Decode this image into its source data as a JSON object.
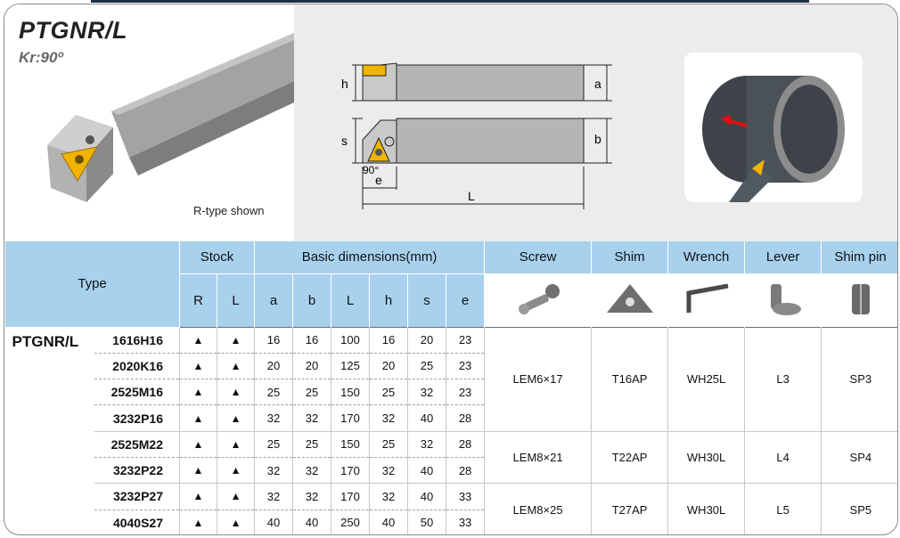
{
  "header": {
    "title": "PTGNR/L",
    "subtitle": "Kr:90º",
    "note": "R-type shown"
  },
  "diagram": {
    "labels": {
      "h": "h",
      "a": "a",
      "s": "s",
      "b": "b",
      "angle": "90°",
      "e": "e",
      "L": "L"
    }
  },
  "table": {
    "col_type": "Type",
    "col_stock": "Stock",
    "col_basic": "Basic dimensions(mm)",
    "col_screw": "Screw",
    "col_shim": "Shim",
    "col_wrench": "Wrench",
    "col_lever": "Lever",
    "col_shimpin": "Shim pin",
    "sub": [
      "R",
      "L",
      "a",
      "b",
      "L",
      "h",
      "s",
      "e"
    ],
    "series": "PTGNR/L",
    "rows": [
      {
        "model": "1616H16",
        "R": "▲",
        "L": "▲",
        "a": "16",
        "b": "16",
        "len": "100",
        "h": "16",
        "s": "20",
        "e": "23"
      },
      {
        "model": "2020K16",
        "R": "▲",
        "L": "▲",
        "a": "20",
        "b": "20",
        "len": "125",
        "h": "20",
        "s": "25",
        "e": "23"
      },
      {
        "model": "2525M16",
        "R": "▲",
        "L": "▲",
        "a": "25",
        "b": "25",
        "len": "150",
        "h": "25",
        "s": "32",
        "e": "23"
      },
      {
        "model": "3232P16",
        "R": "▲",
        "L": "▲",
        "a": "32",
        "b": "32",
        "len": "170",
        "h": "32",
        "s": "40",
        "e": "28"
      },
      {
        "model": "2525M22",
        "R": "▲",
        "L": "▲",
        "a": "25",
        "b": "25",
        "len": "150",
        "h": "25",
        "s": "32",
        "e": "28"
      },
      {
        "model": "3232P22",
        "R": "▲",
        "L": "▲",
        "a": "32",
        "b": "32",
        "len": "170",
        "h": "32",
        "s": "40",
        "e": "28"
      },
      {
        "model": "3232P27",
        "R": "▲",
        "L": "▲",
        "a": "32",
        "b": "32",
        "len": "170",
        "h": "32",
        "s": "40",
        "e": "33"
      },
      {
        "model": "4040S27",
        "R": "▲",
        "L": "▲",
        "a": "40",
        "b": "40",
        "len": "250",
        "h": "40",
        "s": "50",
        "e": "33"
      }
    ],
    "groups": [
      {
        "screw": "LEM6×17",
        "shim": "T16AP",
        "wrench": "WH25L",
        "lever": "L3",
        "shimpin": "SP3"
      },
      {
        "screw": "LEM8×21",
        "shim": "T22AP",
        "wrench": "WH30L",
        "lever": "L4",
        "shimpin": "SP4"
      },
      {
        "screw": "LEM8×25",
        "shim": "T27AP",
        "wrench": "WH30L",
        "lever": "L5",
        "shimpin": "SP5"
      }
    ]
  },
  "colors": {
    "header_bg": "#a8d1ee",
    "insert": "#f0b400",
    "tool_body": "#9a9a9a"
  }
}
